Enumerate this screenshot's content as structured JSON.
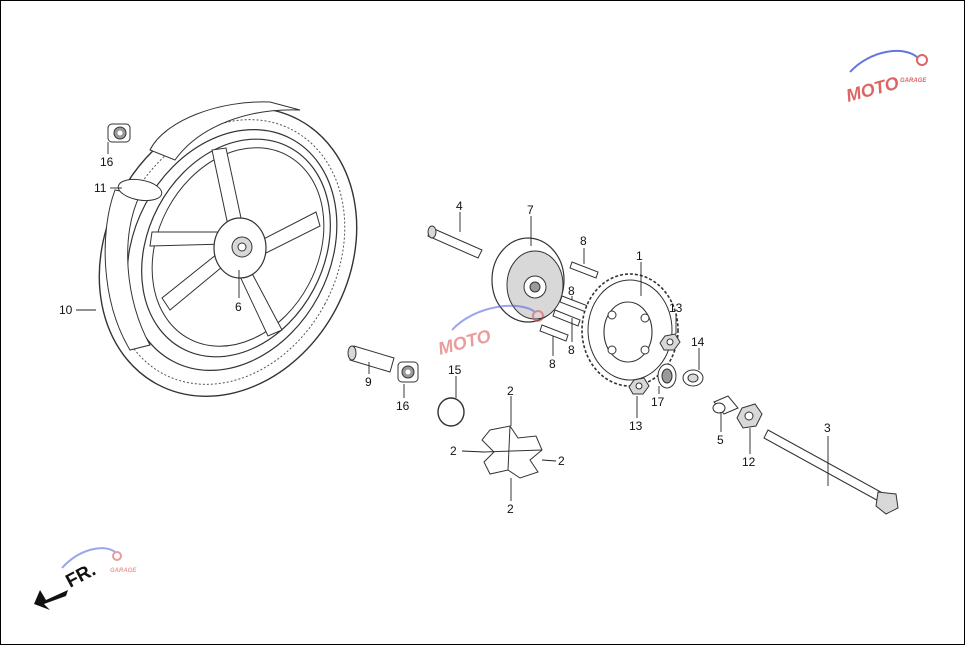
{
  "diagram": {
    "callouts": [
      {
        "id": "c1",
        "text": "1"
      },
      {
        "id": "c2a",
        "text": "2"
      },
      {
        "id": "c2b",
        "text": "2"
      },
      {
        "id": "c2c",
        "text": "2"
      },
      {
        "id": "c2d",
        "text": "2"
      },
      {
        "id": "c3",
        "text": "3"
      },
      {
        "id": "c4",
        "text": "4"
      },
      {
        "id": "c5",
        "text": "5"
      },
      {
        "id": "c6",
        "text": "6"
      },
      {
        "id": "c7",
        "text": "7"
      },
      {
        "id": "c8a",
        "text": "8"
      },
      {
        "id": "c8b",
        "text": "8"
      },
      {
        "id": "c8c",
        "text": "8"
      },
      {
        "id": "c8d",
        "text": "8"
      },
      {
        "id": "c9",
        "text": "9"
      },
      {
        "id": "c10",
        "text": "10"
      },
      {
        "id": "c11",
        "text": "11"
      },
      {
        "id": "c12",
        "text": "12"
      },
      {
        "id": "c13a",
        "text": "13"
      },
      {
        "id": "c13b",
        "text": "13"
      },
      {
        "id": "c14",
        "text": "14"
      },
      {
        "id": "c15",
        "text": "15"
      },
      {
        "id": "c16a",
        "text": "16"
      },
      {
        "id": "c16b",
        "text": "16"
      },
      {
        "id": "c17",
        "text": "17"
      }
    ],
    "front_indicator": "FR.",
    "watermark": {
      "text": "MOTO",
      "sub": "GARAGE"
    }
  },
  "colors": {
    "line": "#222222",
    "watermark_red": "#d94a4a",
    "watermark_blue": "#4a5fd9"
  }
}
